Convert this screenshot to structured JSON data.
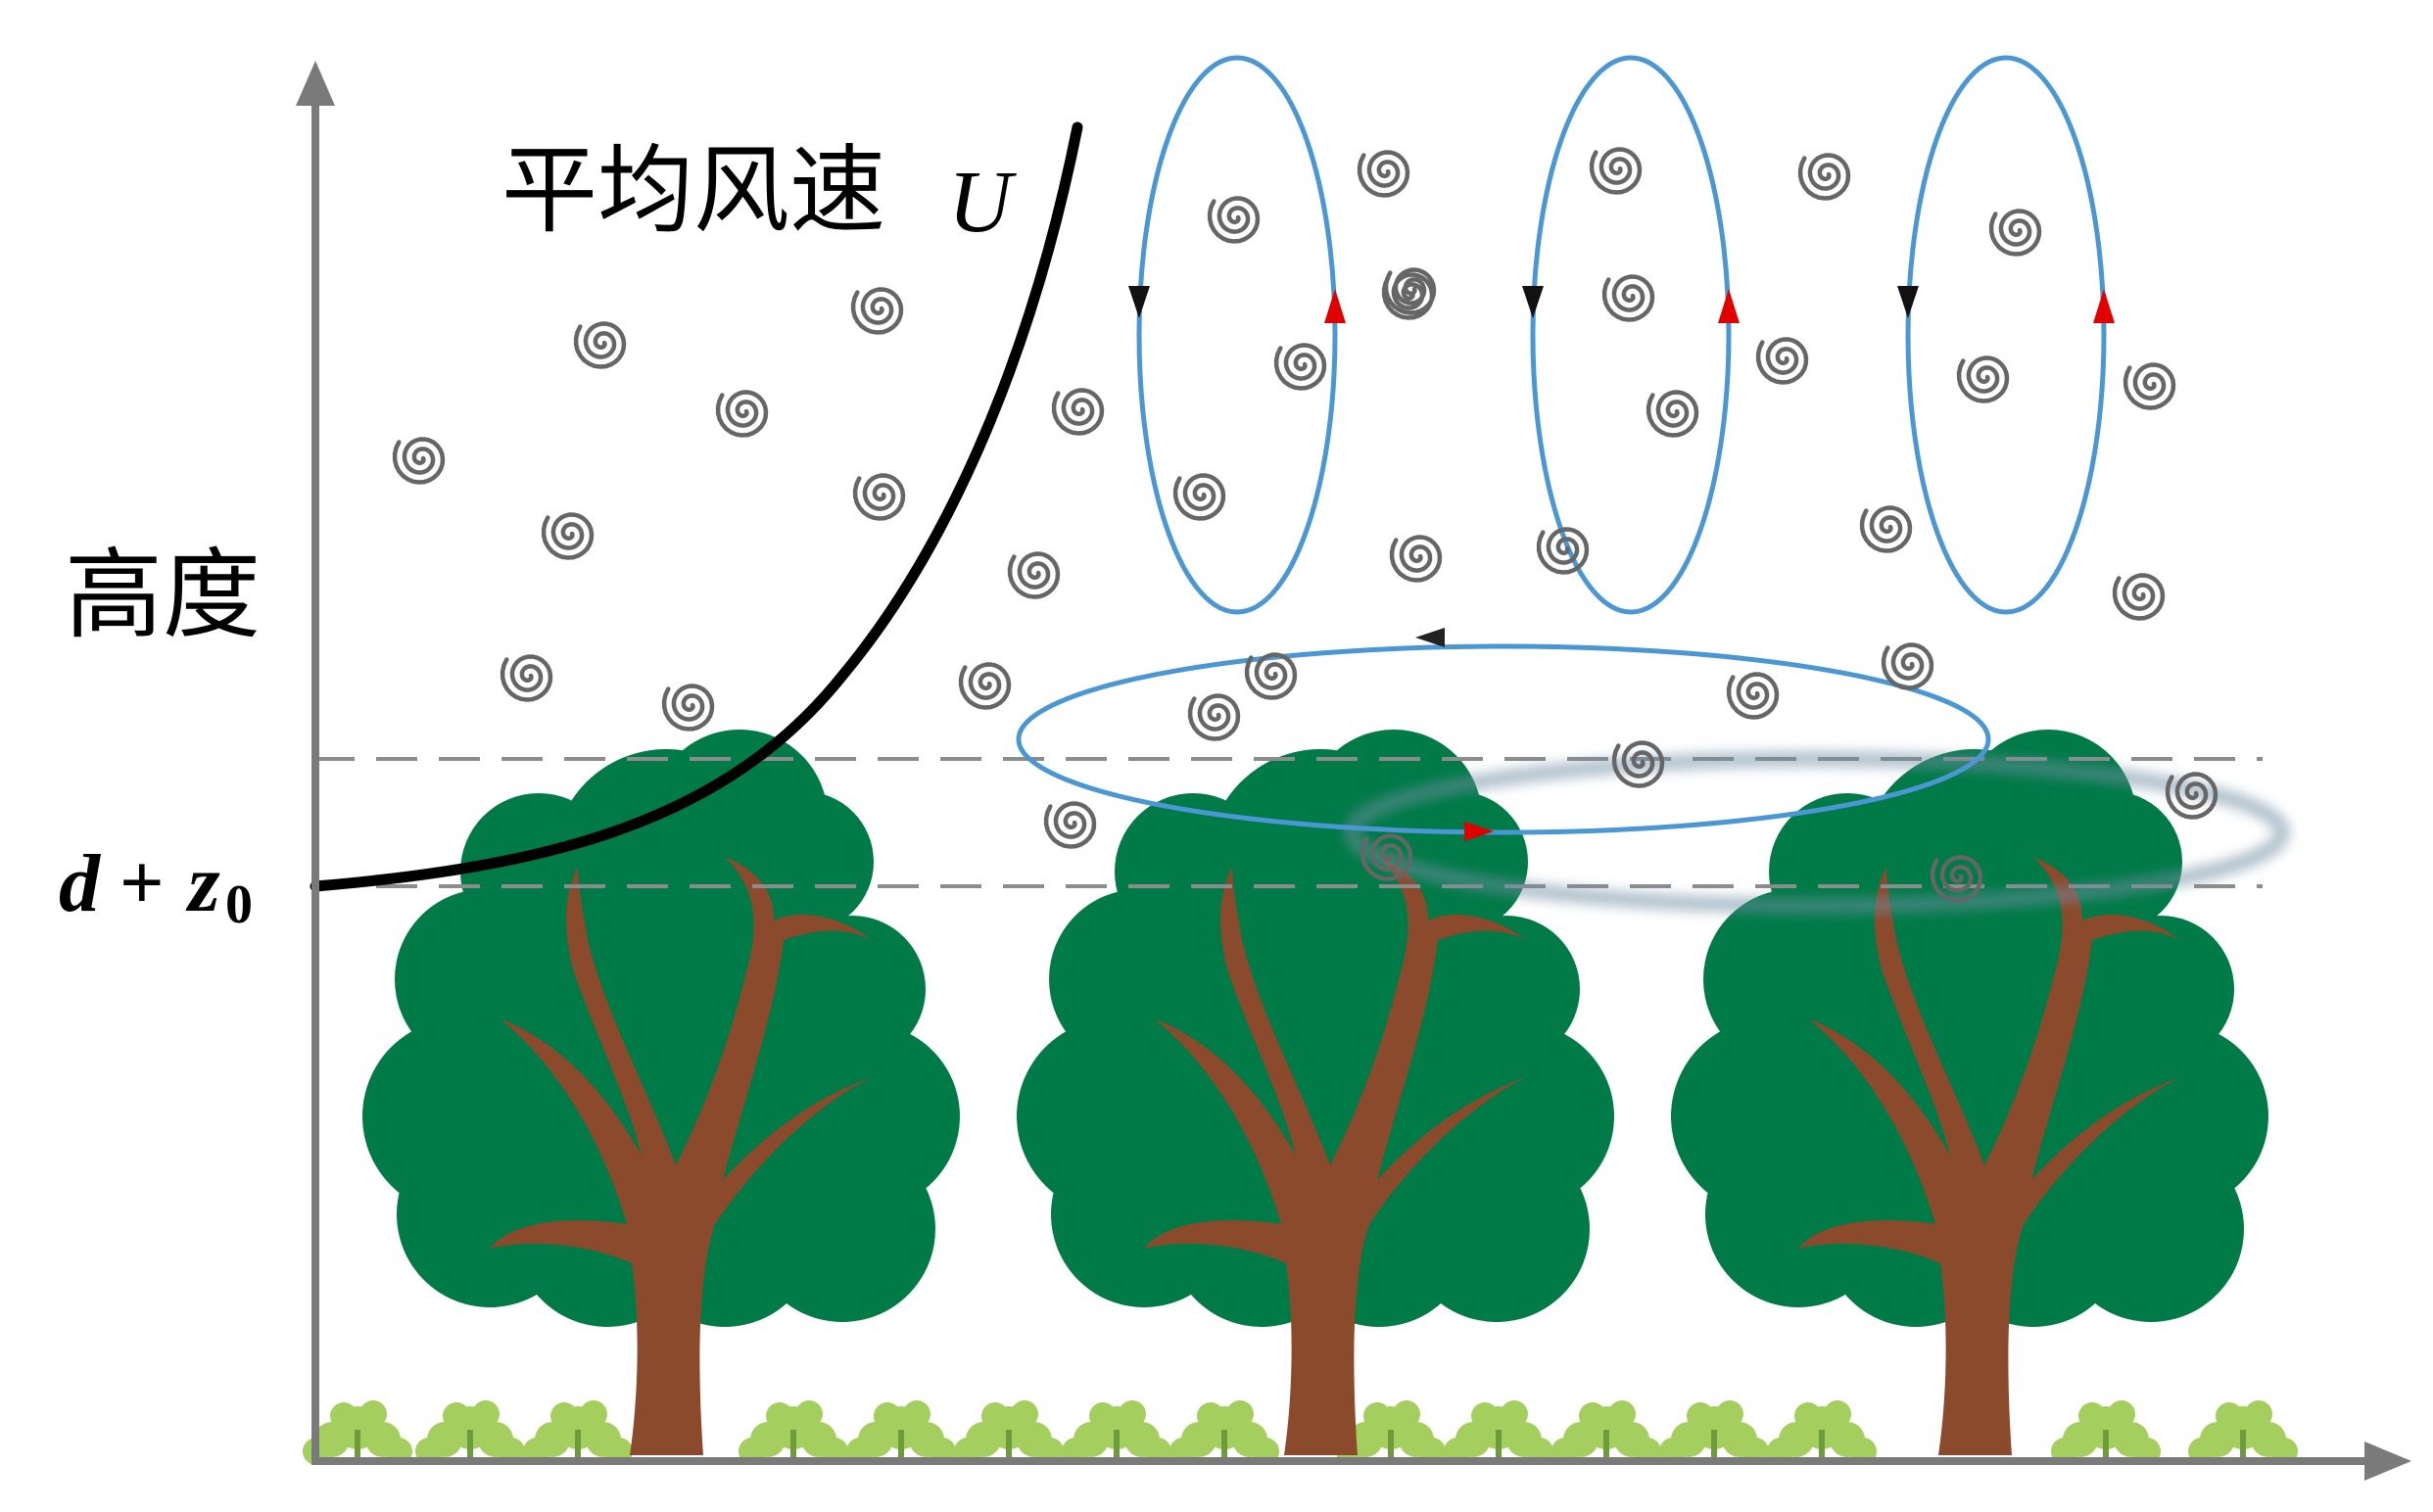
{
  "labels": {
    "wind_label": "平均风速",
    "wind_symbol": "U",
    "height_label": "高度",
    "disp_d": "d",
    "disp_plus": "+",
    "disp_z": "z",
    "disp_sub": "0"
  },
  "colors": {
    "axis": "#7a7a7a",
    "profile": "#000000",
    "eddy_loop": "#4a97d4",
    "dashed_line": "#8c8c8c",
    "swirl": "#666666",
    "foliage": "#007a47",
    "trunk": "#8a4a2b",
    "shrub": "#a4cf5f",
    "arrow_up": "#e00000",
    "arrow_down": "#111111"
  },
  "icons": {
    "swirl": "spiral-icon",
    "tree": "tree-icon",
    "shrub": "shrub-icon"
  }
}
